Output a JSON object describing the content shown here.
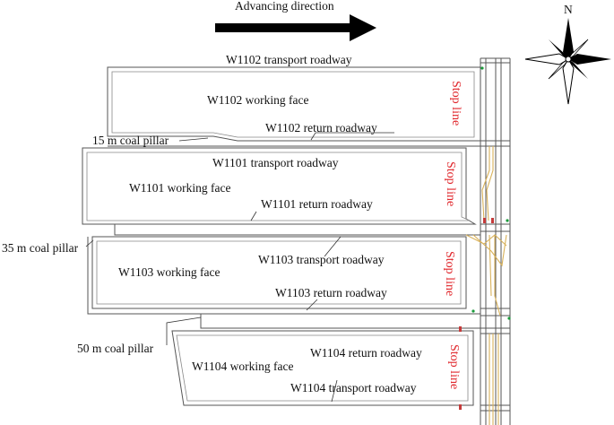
{
  "header": {
    "direction_label": "Advancing direction",
    "compass_letter": "N"
  },
  "faces": [
    {
      "face": "W1102 working face",
      "upper": "W1102 transport roadway",
      "lower": "W1102 return roadway",
      "stop": "Stop line"
    },
    {
      "face": "W1101 working face",
      "upper": "W1101 transport roadway",
      "lower": "W1101 return roadway",
      "stop": "Stop line"
    },
    {
      "face": "W1103 working face",
      "upper": "W1103 transport roadway",
      "lower": "W1103 return roadway",
      "stop": "Stop line"
    },
    {
      "face": "W1104 working face",
      "upper": "W1104 return roadway",
      "lower": "W1104 transport roadway",
      "stop": "Stop line"
    }
  ],
  "pillars": [
    {
      "label": "15 m coal pillar"
    },
    {
      "label": "35 m coal pillar"
    },
    {
      "label": "50 m coal pillar"
    }
  ],
  "colors": {
    "stop_line": "#e0262b",
    "main_roadway": "#d9b25a",
    "outline": "#555555"
  }
}
